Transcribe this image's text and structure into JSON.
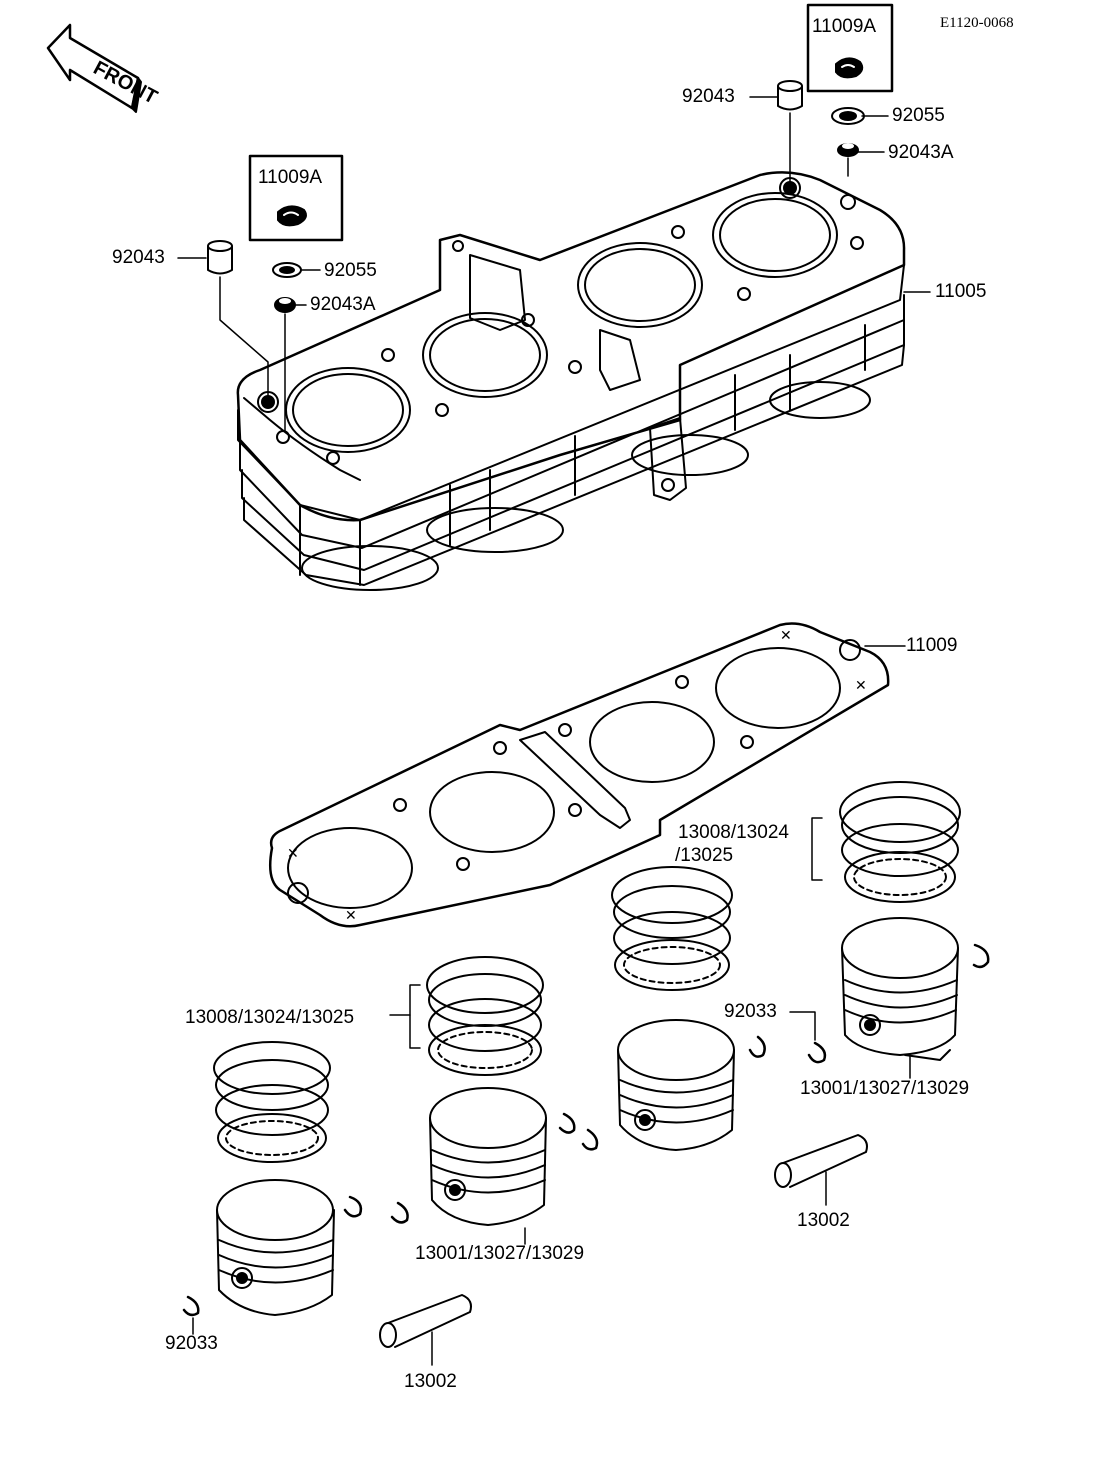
{
  "diagram_code": "E1120-0068",
  "front_indicator": "FRONT",
  "callouts": {
    "inset_right": "11009A",
    "inset_left": "11009A",
    "dowel_right": "92043",
    "dowel_left": "92043",
    "oring_right": "92055",
    "oring_left": "92055",
    "dowel_a_right": "92043A",
    "dowel_a_left": "92043A",
    "cylinder_block": "11005",
    "head_gasket": "11009",
    "rings_right_line1": "13008/13024",
    "rings_right_line2": "/13025",
    "rings_left": "13008/13024/13025",
    "circlip_right": "92033",
    "piston_right": "13001/13027/13029",
    "piston_center": "13001/13027/13029",
    "pin_right": "13002",
    "circlip_left": "92033",
    "pin_left": "13002"
  }
}
